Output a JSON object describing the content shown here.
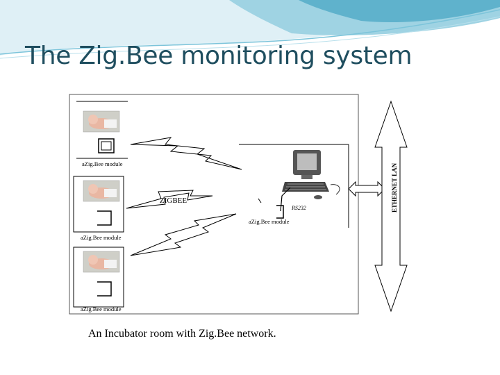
{
  "slide": {
    "title": "The Zig.Bee monitoring system",
    "caption": "An Incubator room with Zig.Bee network."
  },
  "diagram": {
    "incubators": [
      {
        "module_label": "aZig.Bee module"
      },
      {
        "module_label": "aZig.Bee module"
      },
      {
        "module_label": "aZig.Bee module"
      }
    ],
    "network_label": "ZIGBEE",
    "interface_label": "RS232",
    "coordinator_label": "aZig.Bee module",
    "lan_label": "ETHERNET LAN"
  },
  "colors": {
    "title": "#1f4e5f",
    "banner_light": "#dff0f6",
    "banner_mid": "#9fd3e3",
    "banner_dark": "#5fb2cc"
  }
}
